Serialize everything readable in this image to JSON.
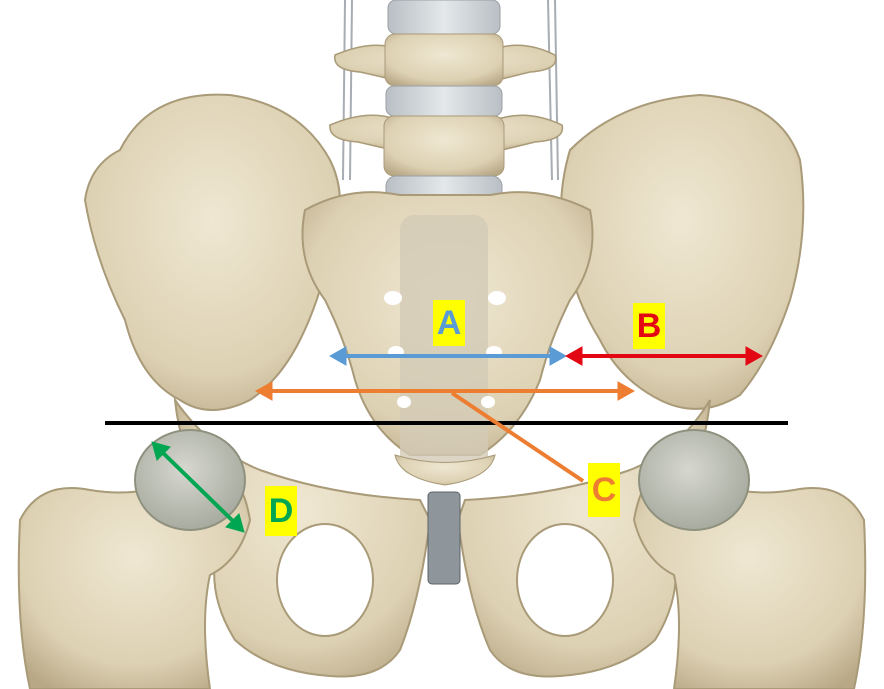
{
  "labels": {
    "a": {
      "text": "A",
      "color": "#5b9bd5"
    },
    "b": {
      "text": "B",
      "color": "#e30613"
    },
    "c": {
      "text": "C",
      "color": "#ed7d31"
    },
    "d": {
      "text": "D",
      "color": "#00a651"
    }
  },
  "colors": {
    "bone": "#e6dcc4",
    "bone_shadow": "#b8a886",
    "vertebral_disc": "#cdd3d8",
    "reference_line": "#000000",
    "label_background": "#ffff00"
  }
}
